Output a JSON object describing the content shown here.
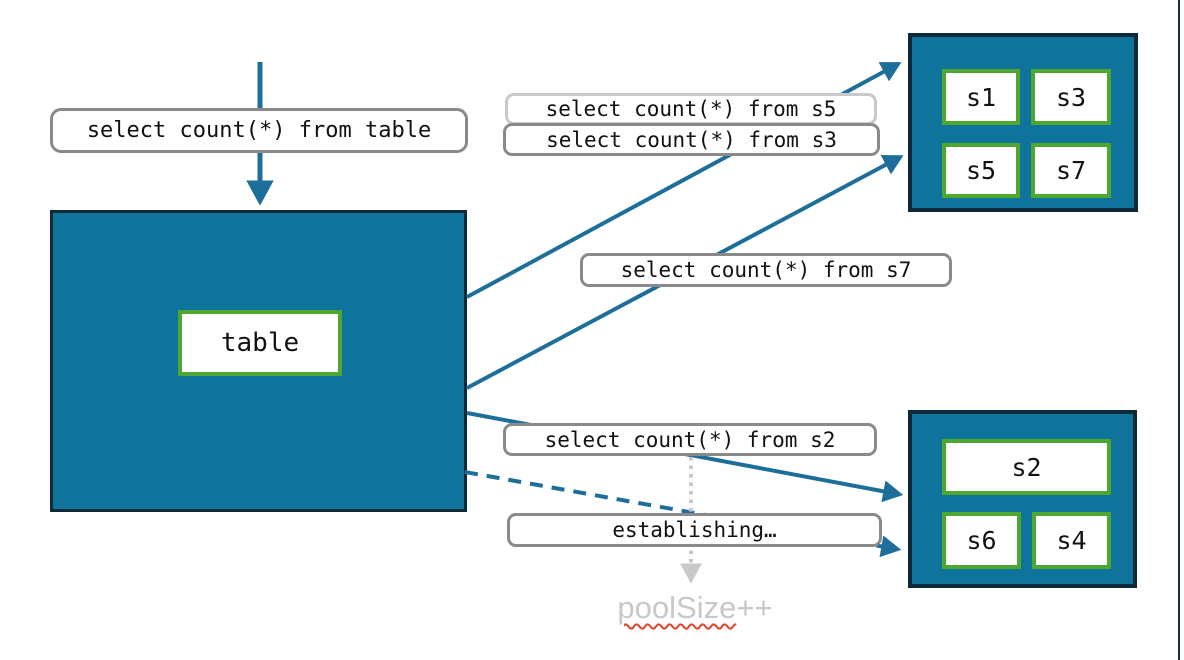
{
  "colors": {
    "node_fill": "#0e749b",
    "node_border": "#0d2a3a",
    "shard_border": "#4ea72e",
    "arrow": "#1d6f99",
    "label_border": "#8a8a8a",
    "label_border_light": "#c9c9c9",
    "dotted_arrow": "#c9c9c9",
    "muted_text": "#c8c8c8",
    "squiggle": "#e0432d"
  },
  "main_table": {
    "label": "table"
  },
  "queries": {
    "table": "select count(*) from table",
    "s5": "select count(*) from s5",
    "s3": "select count(*) from s3",
    "s7": "select count(*) from s7",
    "s2": "select count(*) from s2",
    "establishing": "establishing…"
  },
  "shard_groups": {
    "top": [
      "s1",
      "s3",
      "s5",
      "s7"
    ],
    "bottom": [
      "s2",
      "s6",
      "s4"
    ]
  },
  "annotations": {
    "pool_size_word": "poolSize",
    "pool_size_suffix": "++"
  }
}
